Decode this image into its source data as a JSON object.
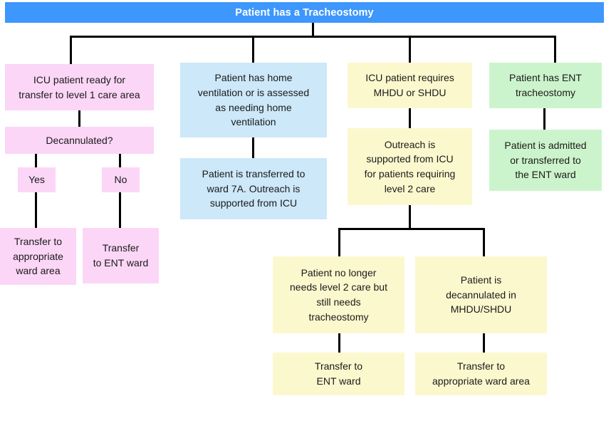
{
  "title": "Patient has a Tracheostomy",
  "diagram": {
    "type": "flowchart",
    "root": {
      "label": "Patient has a Tracheostomy",
      "color": "#3D97FC"
    },
    "branches": [
      {
        "name": "icu-level-1-branch",
        "color": "#FBD6F7",
        "nodes": [
          {
            "id": "icu-ready",
            "label": "ICU patient ready for transfer to level 1 care area"
          },
          {
            "id": "decannulated",
            "label": "Decannulated?"
          },
          {
            "id": "yes",
            "label": "Yes"
          },
          {
            "id": "no",
            "label": "No"
          },
          {
            "id": "transfer-appropriate-ward",
            "label": "Transfer to appropriate ward area"
          },
          {
            "id": "transfer-ent-ward",
            "label": "Transfer to ENT ward"
          }
        ]
      },
      {
        "name": "home-ventilation-branch",
        "color": "#CCE8F9",
        "nodes": [
          {
            "id": "home-vent",
            "label": "Patient has home ventilation or is assessed as needing home ventilation"
          },
          {
            "id": "ward-7a",
            "label": "Patient is transferred to ward 7A.  Outreach is supported from ICU"
          }
        ]
      },
      {
        "name": "mhdu-shdu-branch",
        "color": "#FCF8CE",
        "nodes": [
          {
            "id": "requires-mhdu-shdu",
            "label": "ICU patient requires MHDU or SHDU"
          },
          {
            "id": "outreach-level-2",
            "label": "Outreach is supported from ICU for patients requiring level 2 care"
          },
          {
            "id": "no-longer-level-2",
            "label": "Patient no longer needs level 2 care but still needs tracheostomy"
          },
          {
            "id": "decannulated-mhdu",
            "label": "Patient is decannulated in MHDU/SHDU"
          },
          {
            "id": "transfer-ent-ward-2",
            "label": "Transfer to ENT ward"
          },
          {
            "id": "transfer-appropriate-ward-2",
            "label": "Transfer to appropriate ward area"
          }
        ]
      },
      {
        "name": "ent-tracheostomy-branch",
        "color": "#CCF4CC",
        "nodes": [
          {
            "id": "ent-trach",
            "label": "Patient has ENT tracheostomy"
          },
          {
            "id": "admitted-ent-ward",
            "label": "Patient is admitted or transferred to the ENT ward"
          }
        ]
      }
    ]
  },
  "nodes": {
    "icu_ready": {
      "line1": "ICU patient ready for",
      "line2": "transfer to level 1 care area"
    },
    "decannulated": {
      "line1": "Decannulated?"
    },
    "yes": {
      "line1": "Yes"
    },
    "no": {
      "line1": "No"
    },
    "transfer_appropriate_ward": {
      "line1": "Transfer to",
      "line2": "appropriate",
      "line3": "ward area"
    },
    "transfer_ent_ward": {
      "line1": "Transfer",
      "line2": "to ENT ward"
    },
    "home_vent": {
      "line1": "Patient has home",
      "line2": "ventilation or is assessed",
      "line3": "as needing home",
      "line4": "ventilation"
    },
    "ward_7a": {
      "line1": "Patient is transferred to",
      "line2": "ward 7A.  Outreach is",
      "line3": "supported from ICU"
    },
    "requires_mhdu_shdu": {
      "line1": "ICU patient requires",
      "line2": "MHDU or SHDU"
    },
    "outreach_level_2": {
      "line1": "Outreach is",
      "line2": "supported from ICU",
      "line3": "for patients requiring",
      "line4": "level 2 care"
    },
    "no_longer_level_2": {
      "line1": "Patient no longer",
      "line2": "needs level 2 care but",
      "line3": "still needs",
      "line4": "tracheostomy"
    },
    "decannulated_mhdu": {
      "line1": "Patient is",
      "line2": "decannulated in",
      "line3": "MHDU/SHDU"
    },
    "transfer_ent_ward_2": {
      "line1": "Transfer to",
      "line2": "ENT ward"
    },
    "transfer_appropriate_ward_2": {
      "line1": "Transfer to",
      "line2": "appropriate ward area"
    },
    "ent_trach": {
      "line1": "Patient has ENT",
      "line2": "tracheostomy"
    },
    "admitted_ent_ward": {
      "line1": "Patient is admitted",
      "line2": "or transferred to",
      "line3": "the ENT ward"
    }
  }
}
